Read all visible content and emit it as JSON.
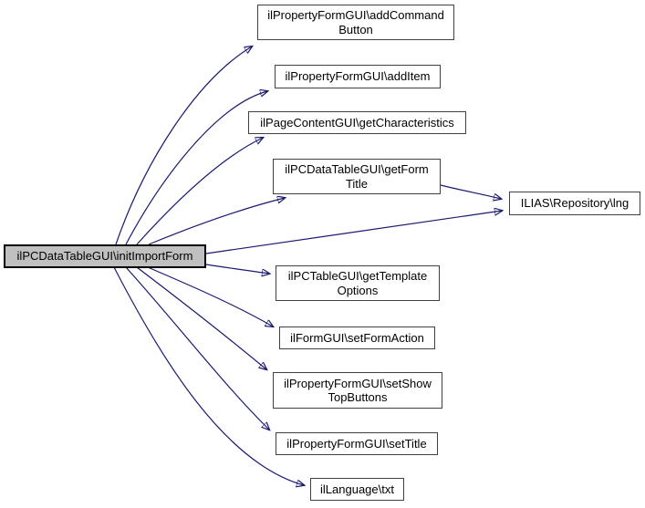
{
  "diagram": {
    "type": "call-graph",
    "colors": {
      "edge": "#191970",
      "node_border": "#404040",
      "node_fill": "#ffffff",
      "main_node_fill": "#c0c0c0",
      "main_node_border": "#000000",
      "text": "#000000",
      "background": "#ffffff"
    },
    "nodes": [
      {
        "id": "initImportForm",
        "main": true,
        "lines": [
          "ilPCDataTableGUI\\initImportForm"
        ]
      },
      {
        "id": "addCommandButton",
        "main": false,
        "lines": [
          "ilPropertyFormGUI\\addCommand",
          "Button"
        ]
      },
      {
        "id": "addItem",
        "main": false,
        "lines": [
          "ilPropertyFormGUI\\addItem"
        ]
      },
      {
        "id": "getCharacteristics",
        "main": false,
        "lines": [
          "ilPageContentGUI\\getCharacteristics"
        ]
      },
      {
        "id": "getFormTitle",
        "main": false,
        "lines": [
          "ilPCDataTableGUI\\getForm",
          "Title"
        ]
      },
      {
        "id": "lng",
        "main": false,
        "lines": [
          "ILIAS\\Repository\\lng"
        ]
      },
      {
        "id": "getTemplateOptions",
        "main": false,
        "lines": [
          "ilPCTableGUI\\getTemplate",
          "Options"
        ]
      },
      {
        "id": "setFormAction",
        "main": false,
        "lines": [
          "ilFormGUI\\setFormAction"
        ]
      },
      {
        "id": "setShowTopButtons",
        "main": false,
        "lines": [
          "ilPropertyFormGUI\\setShow",
          "TopButtons"
        ]
      },
      {
        "id": "setTitle",
        "main": false,
        "lines": [
          "ilPropertyFormGUI\\setTitle"
        ]
      },
      {
        "id": "txt",
        "main": false,
        "lines": [
          "ilLanguage\\txt"
        ]
      }
    ],
    "edges": [
      {
        "from": "initImportForm",
        "to": "addCommandButton"
      },
      {
        "from": "initImportForm",
        "to": "addItem"
      },
      {
        "from": "initImportForm",
        "to": "getCharacteristics"
      },
      {
        "from": "initImportForm",
        "to": "getFormTitle"
      },
      {
        "from": "initImportForm",
        "to": "lng"
      },
      {
        "from": "initImportForm",
        "to": "getTemplateOptions"
      },
      {
        "from": "initImportForm",
        "to": "setFormAction"
      },
      {
        "from": "initImportForm",
        "to": "setShowTopButtons"
      },
      {
        "from": "initImportForm",
        "to": "setTitle"
      },
      {
        "from": "initImportForm",
        "to": "txt"
      },
      {
        "from": "getFormTitle",
        "to": "lng"
      }
    ]
  }
}
